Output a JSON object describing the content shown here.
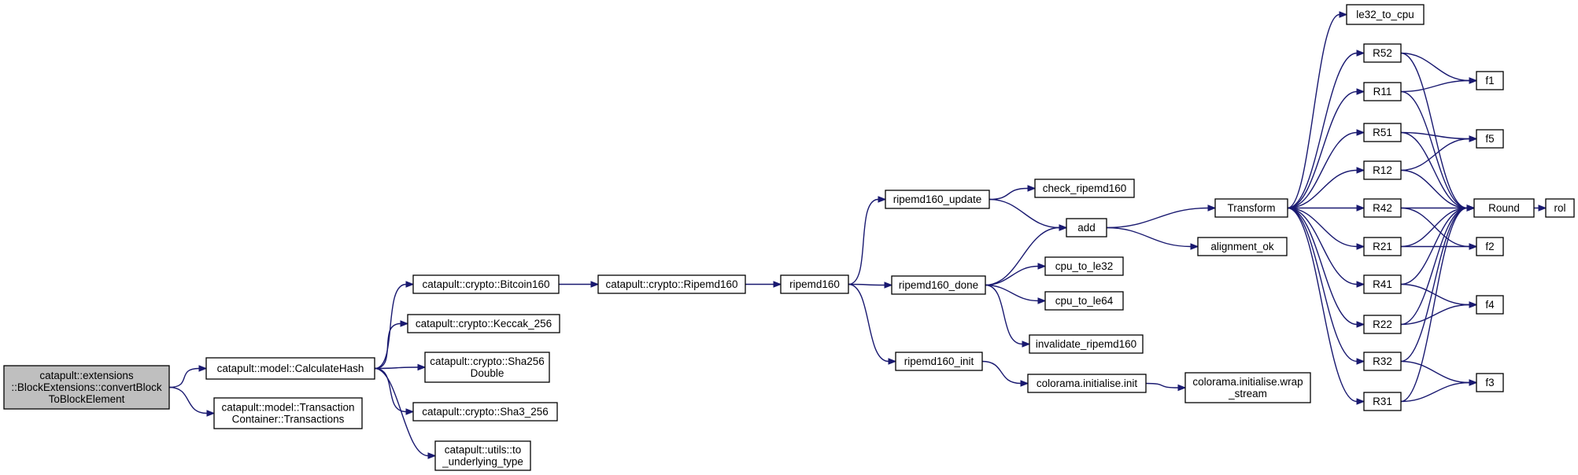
{
  "graph": {
    "nodes": [
      {
        "id": "convertBlock",
        "lines": [
          "catapult::extensions",
          "::BlockExtensions::convertBlock",
          "ToBlockElement"
        ],
        "highlighted": true
      },
      {
        "id": "CalculateHash",
        "lines": [
          "catapult::model::CalculateHash"
        ]
      },
      {
        "id": "Transactions",
        "lines": [
          "catapult::model::Transaction",
          "Container::Transactions"
        ]
      },
      {
        "id": "Bitcoin160",
        "lines": [
          "catapult::crypto::Bitcoin160"
        ]
      },
      {
        "id": "Keccak256",
        "lines": [
          "catapult::crypto::Keccak_256"
        ]
      },
      {
        "id": "Sha256Double",
        "lines": [
          "catapult::crypto::Sha256",
          "Double"
        ]
      },
      {
        "id": "Sha3_256",
        "lines": [
          "catapult::crypto::Sha3_256"
        ]
      },
      {
        "id": "to_underlying_type",
        "lines": [
          "catapult::utils::to",
          "_underlying_type"
        ]
      },
      {
        "id": "Ripemd160",
        "lines": [
          "catapult::crypto::Ripemd160"
        ]
      },
      {
        "id": "ripemd160",
        "lines": [
          "ripemd160"
        ]
      },
      {
        "id": "ripemd160_update",
        "lines": [
          "ripemd160_update"
        ]
      },
      {
        "id": "ripemd160_done",
        "lines": [
          "ripemd160_done"
        ]
      },
      {
        "id": "ripemd160_init",
        "lines": [
          "ripemd160_init"
        ]
      },
      {
        "id": "check_ripemd160",
        "lines": [
          "check_ripemd160"
        ]
      },
      {
        "id": "add",
        "lines": [
          "add"
        ]
      },
      {
        "id": "cpu_to_le32",
        "lines": [
          "cpu_to_le32"
        ]
      },
      {
        "id": "cpu_to_le64",
        "lines": [
          "cpu_to_le64"
        ]
      },
      {
        "id": "invalidate_ripemd160",
        "lines": [
          "invalidate_ripemd160"
        ]
      },
      {
        "id": "colorama_init",
        "lines": [
          "colorama.initialise.init"
        ]
      },
      {
        "id": "wrap_stream",
        "lines": [
          "colorama.initialise.wrap",
          "_stream"
        ]
      },
      {
        "id": "Transform",
        "lines": [
          "Transform"
        ]
      },
      {
        "id": "alignment_ok",
        "lines": [
          "alignment_ok"
        ]
      },
      {
        "id": "le32_to_cpu",
        "lines": [
          "le32_to_cpu"
        ]
      },
      {
        "id": "R52",
        "lines": [
          "R52"
        ]
      },
      {
        "id": "R11",
        "lines": [
          "R11"
        ]
      },
      {
        "id": "R51",
        "lines": [
          "R51"
        ]
      },
      {
        "id": "R12",
        "lines": [
          "R12"
        ]
      },
      {
        "id": "R42",
        "lines": [
          "R42"
        ]
      },
      {
        "id": "R21",
        "lines": [
          "R21"
        ]
      },
      {
        "id": "R41",
        "lines": [
          "R41"
        ]
      },
      {
        "id": "R22",
        "lines": [
          "R22"
        ]
      },
      {
        "id": "R32",
        "lines": [
          "R32"
        ]
      },
      {
        "id": "R31",
        "lines": [
          "R31"
        ]
      },
      {
        "id": "f1",
        "lines": [
          "f1"
        ]
      },
      {
        "id": "f5",
        "lines": [
          "f5"
        ]
      },
      {
        "id": "Round",
        "lines": [
          "Round"
        ]
      },
      {
        "id": "f2",
        "lines": [
          "f2"
        ]
      },
      {
        "id": "f4",
        "lines": [
          "f4"
        ]
      },
      {
        "id": "f3",
        "lines": [
          "f3"
        ]
      },
      {
        "id": "rol",
        "lines": [
          "rol"
        ]
      }
    ],
    "edges": [
      [
        "convertBlock",
        "CalculateHash"
      ],
      [
        "convertBlock",
        "Transactions"
      ],
      [
        "CalculateHash",
        "Bitcoin160"
      ],
      [
        "CalculateHash",
        "Keccak256"
      ],
      [
        "CalculateHash",
        "Sha256Double"
      ],
      [
        "CalculateHash",
        "Sha3_256"
      ],
      [
        "CalculateHash",
        "to_underlying_type"
      ],
      [
        "Bitcoin160",
        "Ripemd160"
      ],
      [
        "Ripemd160",
        "ripemd160"
      ],
      [
        "ripemd160",
        "ripemd160_update"
      ],
      [
        "ripemd160",
        "ripemd160_done"
      ],
      [
        "ripemd160",
        "ripemd160_init"
      ],
      [
        "ripemd160_update",
        "check_ripemd160"
      ],
      [
        "ripemd160_update",
        "add"
      ],
      [
        "ripemd160_done",
        "add"
      ],
      [
        "ripemd160_done",
        "cpu_to_le32"
      ],
      [
        "ripemd160_done",
        "cpu_to_le64"
      ],
      [
        "ripemd160_done",
        "invalidate_ripemd160"
      ],
      [
        "ripemd160_init",
        "colorama_init"
      ],
      [
        "colorama_init",
        "wrap_stream"
      ],
      [
        "add",
        "Transform"
      ],
      [
        "add",
        "alignment_ok"
      ],
      [
        "Transform",
        "le32_to_cpu"
      ],
      [
        "Transform",
        "R52"
      ],
      [
        "Transform",
        "R11"
      ],
      [
        "Transform",
        "R51"
      ],
      [
        "Transform",
        "R12"
      ],
      [
        "Transform",
        "R42"
      ],
      [
        "Transform",
        "R21"
      ],
      [
        "Transform",
        "R41"
      ],
      [
        "Transform",
        "R22"
      ],
      [
        "Transform",
        "R32"
      ],
      [
        "Transform",
        "R31"
      ],
      [
        "R52",
        "f1"
      ],
      [
        "R52",
        "Round"
      ],
      [
        "R11",
        "f1"
      ],
      [
        "R11",
        "Round"
      ],
      [
        "R51",
        "f5"
      ],
      [
        "R51",
        "Round"
      ],
      [
        "R12",
        "f5"
      ],
      [
        "R12",
        "Round"
      ],
      [
        "R42",
        "Round"
      ],
      [
        "R42",
        "f2"
      ],
      [
        "R21",
        "Round"
      ],
      [
        "R21",
        "f2"
      ],
      [
        "R41",
        "Round"
      ],
      [
        "R41",
        "f4"
      ],
      [
        "R22",
        "Round"
      ],
      [
        "R22",
        "f4"
      ],
      [
        "R32",
        "Round"
      ],
      [
        "R32",
        "f3"
      ],
      [
        "R31",
        "Round"
      ],
      [
        "R31",
        "f3"
      ],
      [
        "Round",
        "rol"
      ]
    ],
    "colors": {
      "edge": "#191970",
      "node_border": "#000000",
      "node_fill": "#ffffff",
      "highlight_fill": "#bfbfbf"
    }
  }
}
